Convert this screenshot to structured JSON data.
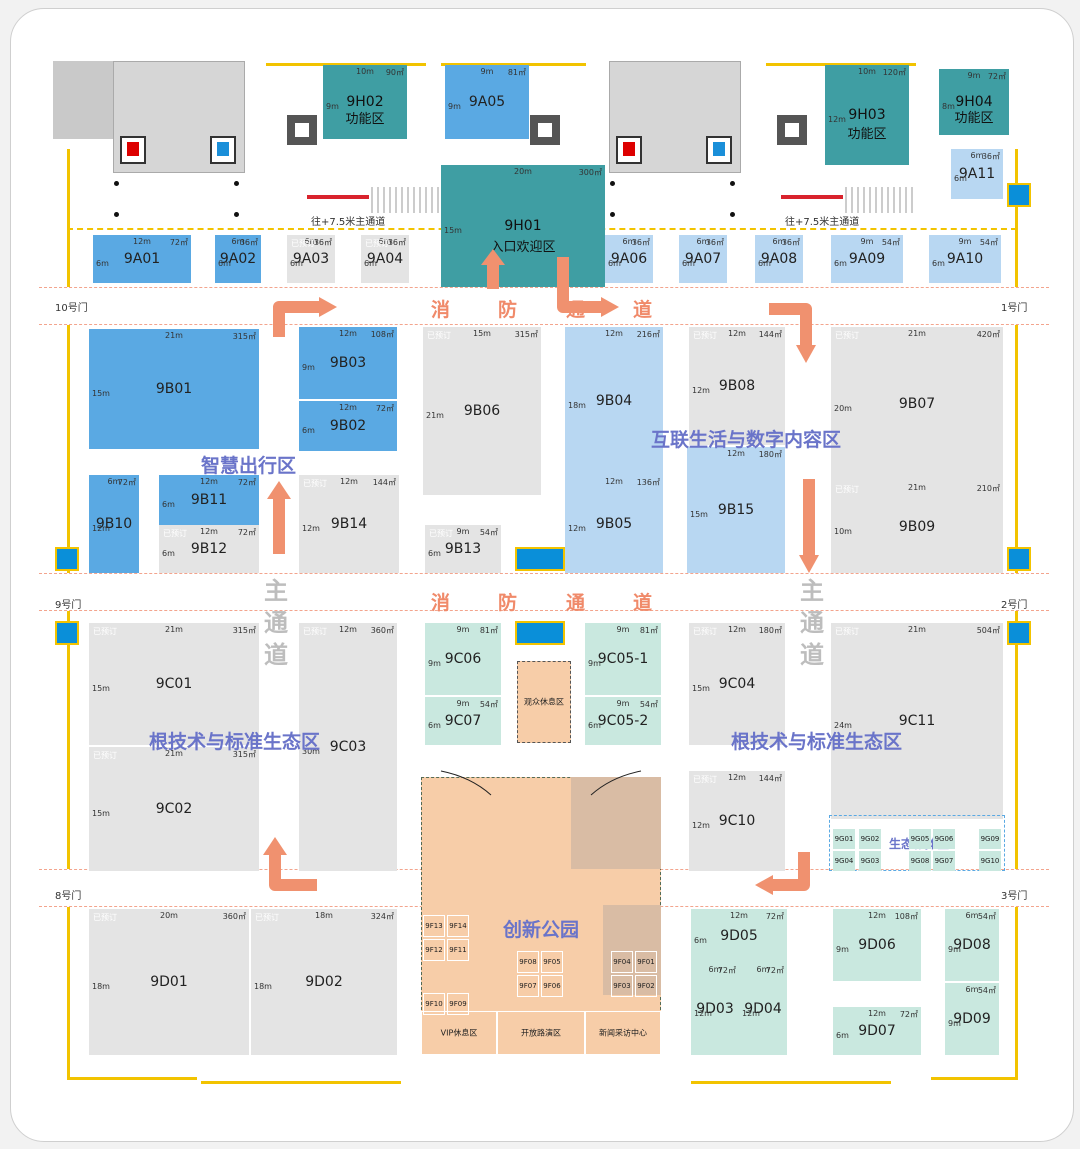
{
  "gates": {
    "g10": "10号门",
    "g1": "1号门",
    "g9": "9号门",
    "g2": "2号门",
    "g8": "8号门",
    "g3": "3号门"
  },
  "aisle_labels": {
    "fire": [
      "消",
      "防",
      "通",
      "道"
    ],
    "main": [
      "主",
      "通",
      "道"
    ],
    "to_main": "往+7.5米主通道"
  },
  "zones": {
    "smart_mobility": "智慧出行区",
    "internet_digital": "互联生活与数字内容区",
    "root_tech_left": "根技术与标准生态区",
    "root_tech_right": "根技术与标准生态区",
    "innovation_park": "创新公园",
    "eco_booth": "生态标摊区",
    "audience_rest": "观众休息区",
    "vip": "VIP休息区",
    "open_road": "开放路演区",
    "news": "新闻采访中心",
    "entrance": "入口欢迎区",
    "function": "功能区",
    "reserved": "已预订"
  },
  "booths": [
    {
      "id": "9H02",
      "area": "90㎡",
      "w": "10m",
      "h": "9m",
      "sub": "功能区"
    },
    {
      "id": "9A05",
      "area": "81㎡",
      "w": "9m",
      "h": "9m"
    },
    {
      "id": "9H03",
      "area": "120㎡",
      "w": "10m",
      "h": "12m",
      "sub": "功能区"
    },
    {
      "id": "9H04",
      "area": "72㎡",
      "w": "9m",
      "h": "8m",
      "sub": "功能区"
    },
    {
      "id": "9H01",
      "area": "300㎡",
      "w": "20m",
      "h": "15m",
      "sub": "入口欢迎区"
    },
    {
      "id": "9A11",
      "area": "36㎡",
      "w": "6m",
      "h": "6m"
    },
    {
      "id": "9A01",
      "area": "72㎡",
      "w": "12m",
      "h": "6m"
    },
    {
      "id": "9A02",
      "area": "36㎡",
      "w": "6m",
      "h": "6m"
    },
    {
      "id": "9A03",
      "area": "36㎡",
      "w": "6m",
      "h": "6m"
    },
    {
      "id": "9A04",
      "area": "36㎡",
      "w": "6m",
      "h": "6m"
    },
    {
      "id": "9A06",
      "area": "36㎡",
      "w": "6m",
      "h": "6m"
    },
    {
      "id": "9A07",
      "area": "36㎡",
      "w": "6m",
      "h": "6m"
    },
    {
      "id": "9A08",
      "area": "36㎡",
      "w": "6m",
      "h": "6m"
    },
    {
      "id": "9A09",
      "area": "54㎡",
      "w": "9m",
      "h": "6m"
    },
    {
      "id": "9A10",
      "area": "54㎡",
      "w": "9m",
      "h": "6m"
    },
    {
      "id": "9B01",
      "area": "315㎡",
      "w": "21m",
      "h": "15m"
    },
    {
      "id": "9B03",
      "area": "108㎡",
      "w": "12m",
      "h": "9m"
    },
    {
      "id": "9B02",
      "area": "72㎡",
      "w": "12m",
      "h": "6m"
    },
    {
      "id": "9B06",
      "area": "315㎡",
      "w": "15m",
      "h": "21m"
    },
    {
      "id": "9B04",
      "area": "216㎡",
      "w": "12m",
      "h": "18m"
    },
    {
      "id": "9B05",
      "area": "136㎡",
      "w": "12m",
      "h": "12m"
    },
    {
      "id": "9B08",
      "area": "144㎡",
      "w": "12m",
      "h": "12m"
    },
    {
      "id": "9B07",
      "area": "420㎡",
      "w": "21m",
      "h": "20m"
    },
    {
      "id": "9B15",
      "area": "180㎡",
      "w": "12m",
      "h": "15m"
    },
    {
      "id": "9B09",
      "area": "210㎡",
      "w": "21m",
      "h": "10m"
    },
    {
      "id": "9B10",
      "area": "72㎡",
      "w": "6m",
      "h": "12m"
    },
    {
      "id": "9B11",
      "area": "72㎡",
      "w": "12m",
      "h": "6m"
    },
    {
      "id": "9B12",
      "area": "72㎡",
      "w": "12m",
      "h": "6m"
    },
    {
      "id": "9B14",
      "area": "144㎡",
      "w": "12m",
      "h": "12m"
    },
    {
      "id": "9B13",
      "area": "54㎡",
      "w": "9m",
      "h": "6m"
    },
    {
      "id": "9C01",
      "area": "315㎡",
      "w": "21m",
      "h": "15m"
    },
    {
      "id": "9C03",
      "area": "360㎡",
      "w": "12m",
      "h": "30m"
    },
    {
      "id": "9C02",
      "area": "315㎡",
      "w": "21m",
      "h": "15m"
    },
    {
      "id": "9C06",
      "area": "81㎡",
      "w": "9m",
      "h": "9m"
    },
    {
      "id": "9C07",
      "area": "54㎡",
      "w": "9m",
      "h": "6m"
    },
    {
      "id": "9C05-1",
      "area": "81㎡",
      "w": "9m",
      "h": "9m"
    },
    {
      "id": "9C05-2",
      "area": "54㎡",
      "w": "9m",
      "h": "6m"
    },
    {
      "id": "9C04",
      "area": "180㎡",
      "w": "12m",
      "h": "15m"
    },
    {
      "id": "9C11",
      "area": "504㎡",
      "w": "21m",
      "h": "24m"
    },
    {
      "id": "9C10",
      "area": "144㎡",
      "w": "12m",
      "h": "12m"
    },
    {
      "id": "9D01",
      "area": "360㎡",
      "w": "20m",
      "h": "18m"
    },
    {
      "id": "9D02",
      "area": "324㎡",
      "w": "18m",
      "h": "18m"
    },
    {
      "id": "9D05",
      "area": "72㎡",
      "w": "12m",
      "h": "6m"
    },
    {
      "id": "9D06",
      "area": "108㎡",
      "w": "12m",
      "h": "9m"
    },
    {
      "id": "9D08",
      "area": "54㎡",
      "w": "6m",
      "h": "9m"
    },
    {
      "id": "9D03",
      "area": "72㎡",
      "w": "6m",
      "h": "12m"
    },
    {
      "id": "9D04",
      "area": "72㎡",
      "w": "6m",
      "h": "12m"
    },
    {
      "id": "9D07",
      "area": "72㎡",
      "w": "12m",
      "h": "6m"
    },
    {
      "id": "9D09",
      "area": "54㎡",
      "w": "6m",
      "h": "9m"
    }
  ],
  "small_booths": {
    "eco": [
      "9G01",
      "9G02",
      "9G03",
      "9G04",
      "9G05",
      "9G06",
      "9G07",
      "9G08",
      "9G09",
      "9G10"
    ],
    "park": [
      "9F01",
      "9F02",
      "9F03",
      "9F04",
      "9F05",
      "9F06",
      "9F07",
      "9F08",
      "9F09",
      "9F10",
      "9F11",
      "9F12",
      "9F13",
      "9F14"
    ]
  },
  "colors": {
    "dark_blue": "#5aa9e3",
    "light_blue": "#9cc7ec",
    "grey": "#e4e4e4",
    "teal": "#3f9ea3",
    "mint": "#c9e8df",
    "peach": "#f7cda8",
    "arrow": "#f0916f",
    "zone_text": "#6a74c9",
    "gate_yellow": "#f2c300"
  }
}
